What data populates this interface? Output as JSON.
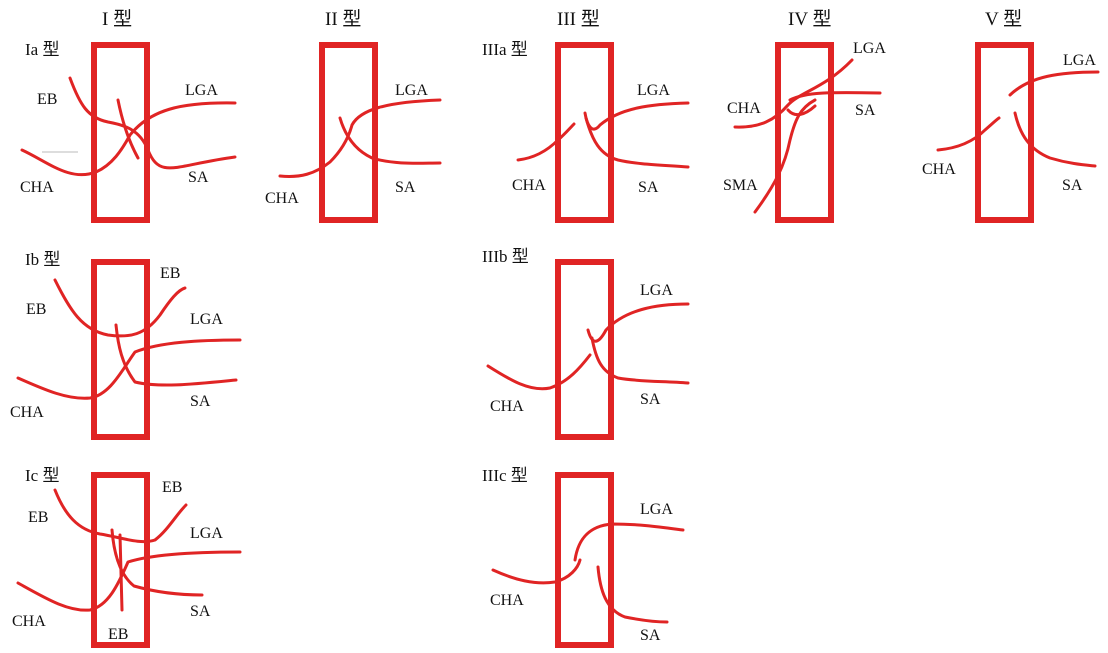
{
  "colors": {
    "vessel": "#e02424",
    "box": "#e02424",
    "text": "#111111"
  },
  "types": {
    "t1": "I 型",
    "t2": "II 型",
    "t3": "III 型",
    "t4": "IV 型",
    "t5": "V 型"
  },
  "subtypes": {
    "ia": "Ia 型",
    "ib": "Ib 型",
    "ic": "Ic 型",
    "iiia": "IIIa 型",
    "iiib": "IIIb 型",
    "iiic": "IIIc 型"
  },
  "vessels": {
    "eb": "EB",
    "lga": "LGA",
    "sa": "SA",
    "cha": "CHA",
    "sma": "SMA"
  }
}
